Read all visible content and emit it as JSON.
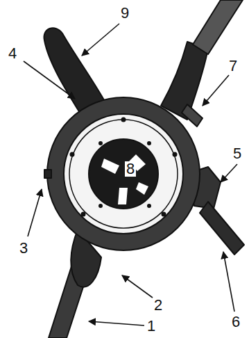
{
  "diagram": {
    "labels": [
      "9",
      "4",
      "7",
      "5",
      "8",
      "3",
      "2",
      "6",
      "1"
    ]
  }
}
